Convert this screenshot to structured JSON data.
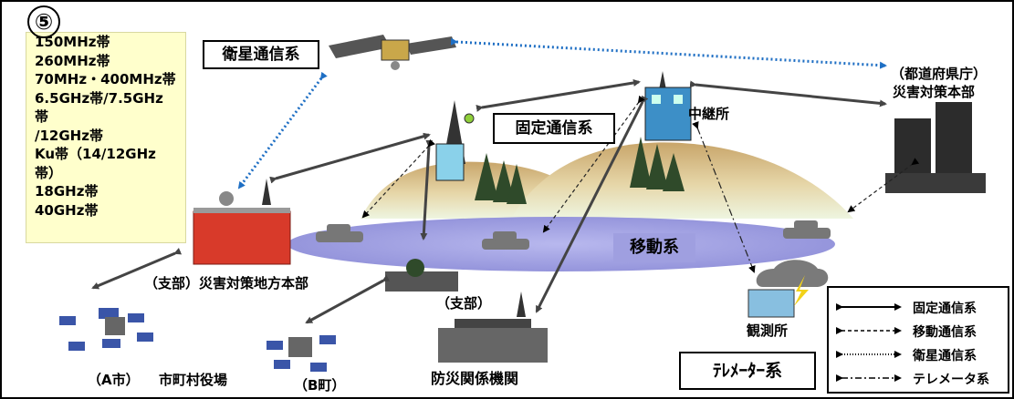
{
  "marker": "⑤",
  "frequency_bands": [
    "150MHz帯",
    "260MHz帯",
    "70MHz・400MHz帯",
    "6.5GHz帯/7.5GHz",
    "帯",
    "/12GHz帯",
    "Ku帯（14/12GHz",
    "帯）",
    "18GHz帯",
    "40GHz帯"
  ],
  "system_labels": {
    "satellite": "衛星通信系",
    "fixed": "固定通信系",
    "mobile": "移動系",
    "telemeter": "ﾃﾚﾒｰﾀｰ系"
  },
  "places": {
    "prefecture_line1": "（都道府県庁）",
    "prefecture_line2": "災害対策本部",
    "relay": "中継所",
    "regional_hq": "（支部）災害対策地方本部",
    "branch": "（支部）",
    "city_a": "（A市）",
    "municipal_office": "市町村役場",
    "town_b": "（B町）",
    "disaster_agency": "防災関係機関",
    "observatory": "観測所"
  },
  "legend": [
    {
      "label": "固定通信系",
      "style": "solid"
    },
    {
      "label": "移動通信系",
      "style": "dashed"
    },
    {
      "label": "衛星通信系",
      "style": "dotted"
    },
    {
      "label": "テレメータ系",
      "style": "dashdot"
    }
  ],
  "colors": {
    "band_box": "#ffffcc",
    "mobile_area": "#9999dd",
    "hills": "#d8c08a",
    "satellite_link": "#1f6fc4",
    "building_red": "#d83a2a"
  }
}
